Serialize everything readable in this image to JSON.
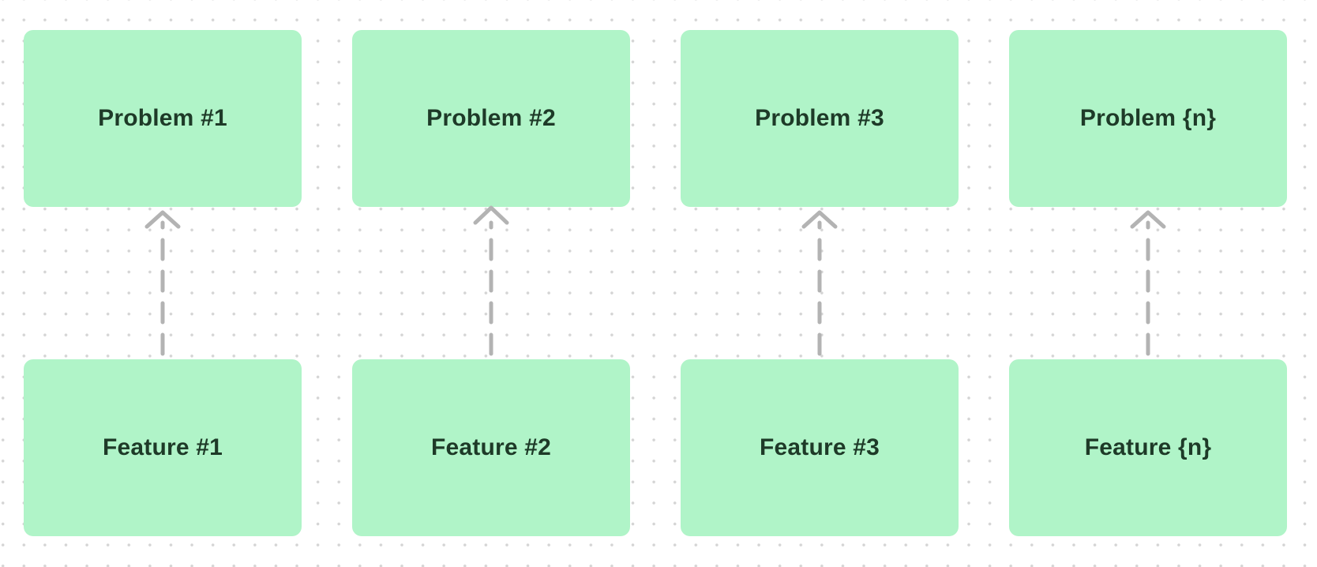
{
  "problems": [
    {
      "label": "Problem #1"
    },
    {
      "label": "Problem #2"
    },
    {
      "label": "Problem #3"
    },
    {
      "label": "Problem {n}"
    }
  ],
  "features": [
    {
      "label": "Feature #1"
    },
    {
      "label": "Feature #2"
    },
    {
      "label": "Feature #3"
    },
    {
      "label": "Feature {n}"
    }
  ],
  "colors": {
    "card_fill": "#b0f4c8",
    "card_text": "#1e3a28",
    "arrow": "#b3b3b3",
    "canvas_dots": "#d4d4d4",
    "background": "#ffffff"
  },
  "connector": {
    "style": "dashed",
    "direction": "feature-to-problem",
    "arrowhead": "open-chevron"
  }
}
